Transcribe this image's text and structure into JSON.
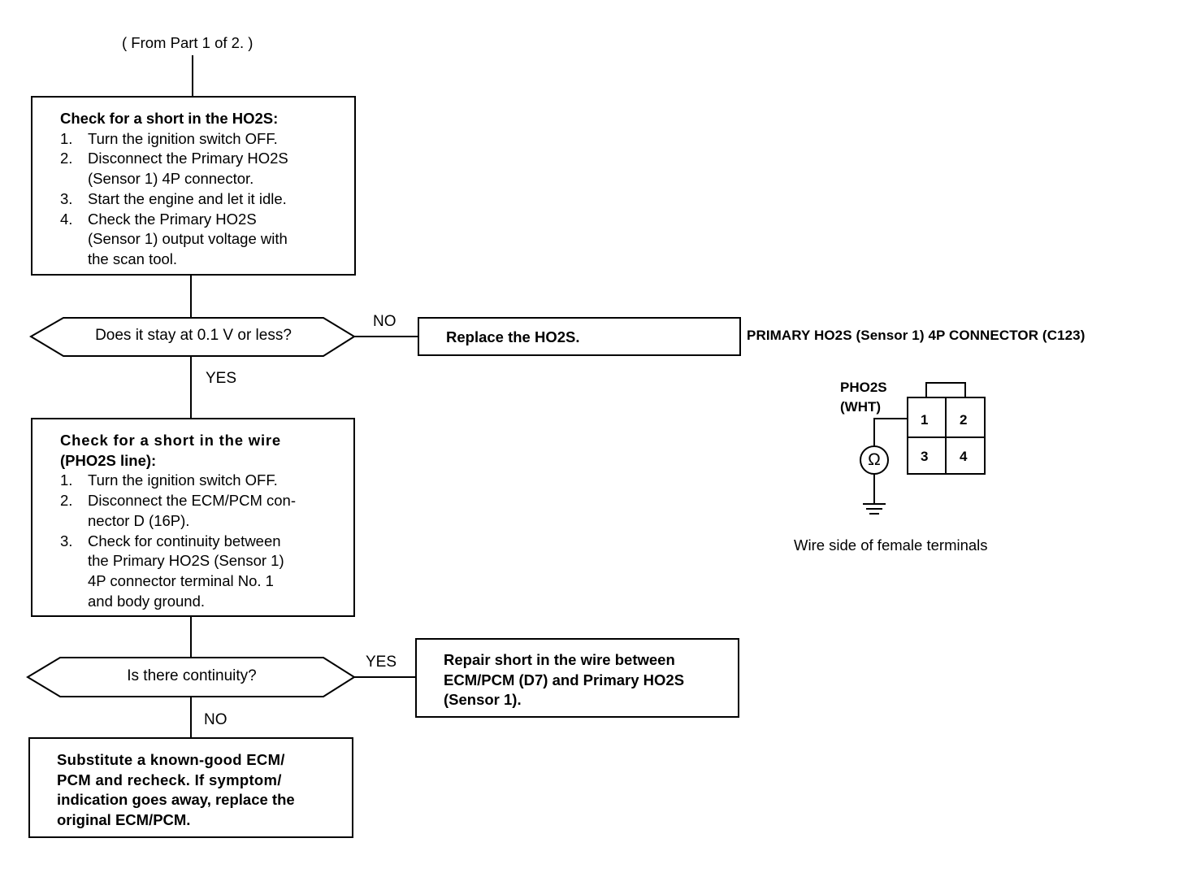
{
  "from_label": "( From Part 1 of 2. )",
  "box1": {
    "heading": "Check for a short in the HO2S:",
    "steps": [
      {
        "num": "1.",
        "lines": [
          "Turn the ignition switch OFF."
        ]
      },
      {
        "num": "2.",
        "lines": [
          "Disconnect the Primary HO2S",
          "(Sensor 1) 4P connector."
        ]
      },
      {
        "num": "3.",
        "lines": [
          "Start the engine and let it idle."
        ]
      },
      {
        "num": "4.",
        "lines": [
          "Check the Primary HO2S",
          "(Sensor 1) output voltage with",
          "the scan tool."
        ]
      }
    ]
  },
  "decision1": {
    "question": "Does it stay at 0.1 V or less?",
    "no_label": "NO",
    "yes_label": "YES"
  },
  "replace_box": {
    "text": "Replace the HO2S."
  },
  "box2": {
    "heading": [
      "Check for a short in the wire",
      "(PHO2S line):"
    ],
    "steps": [
      {
        "num": "1.",
        "lines": [
          "Turn the ignition switch OFF."
        ]
      },
      {
        "num": "2.",
        "lines": [
          "Disconnect the ECM/PCM con-",
          "nector D (16P)."
        ]
      },
      {
        "num": "3.",
        "lines": [
          "Check for continuity between",
          "the Primary HO2S (Sensor 1)",
          "4P connector terminal No. 1",
          "and body ground."
        ]
      }
    ]
  },
  "decision2": {
    "question": "Is there continuity?",
    "yes_label": "YES",
    "no_label": "NO"
  },
  "repair_box": {
    "lines": [
      "Repair short in the wire between",
      "ECM/PCM (D7) and Primary HO2S",
      "(Sensor 1)."
    ]
  },
  "substitute_box": {
    "lines": [
      "Substitute a known-good ECM/",
      "PCM and recheck. If symptom/",
      "indication goes away, replace the",
      "original ECM/PCM."
    ]
  },
  "connector": {
    "title": "PRIMARY HO2S (Sensor 1) 4P CONNECTOR (C123)",
    "pin_label": [
      "PHO2S",
      "(WHT)"
    ],
    "terminals": [
      "1",
      "2",
      "3",
      "4"
    ],
    "meter_symbol": "Ω",
    "caption": "Wire side of female terminals"
  }
}
